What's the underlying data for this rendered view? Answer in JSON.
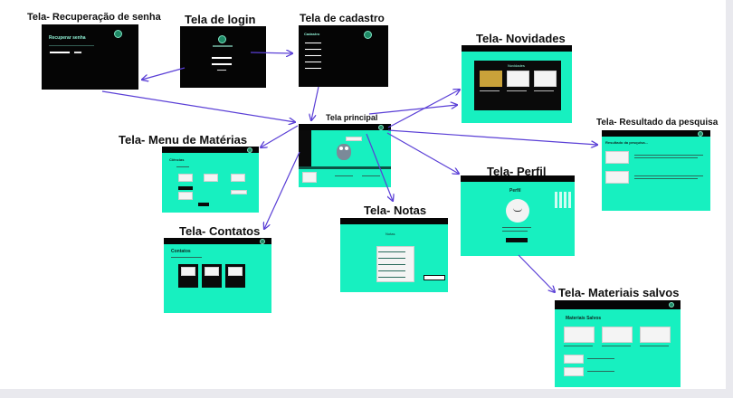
{
  "screens": {
    "recuperacao": {
      "title": "Tela- Recuperação de senha",
      "heading": "Recuperar senha"
    },
    "login": {
      "title": "Tela de login"
    },
    "cadastro": {
      "title": "Tela de cadastro",
      "heading": "Cadastro"
    },
    "novidades": {
      "title": "Tela- Novidades",
      "heading": "Novidades"
    },
    "principal": {
      "title": "Tela principal"
    },
    "resultado": {
      "title": "Tela- Resultado da pesquisa",
      "heading": "Resultado da pesquisa..."
    },
    "menu_materias": {
      "title": "Tela- Menu de Matérias",
      "heading": "Ciências"
    },
    "perfil": {
      "title": "Tela- Perfil",
      "heading": "Perfil"
    },
    "notas": {
      "title": "Tela- Notas",
      "heading": "Notas"
    },
    "contatos": {
      "title": "Tela- Contatos",
      "heading": "Contatos"
    },
    "materiais_salvos": {
      "title": "Tela- Materiais salvos",
      "heading": "Materiais Salvos"
    }
  },
  "colors": {
    "teal": "#17f0c0",
    "dark": "#050505",
    "arrow": "#5a3fd6"
  }
}
